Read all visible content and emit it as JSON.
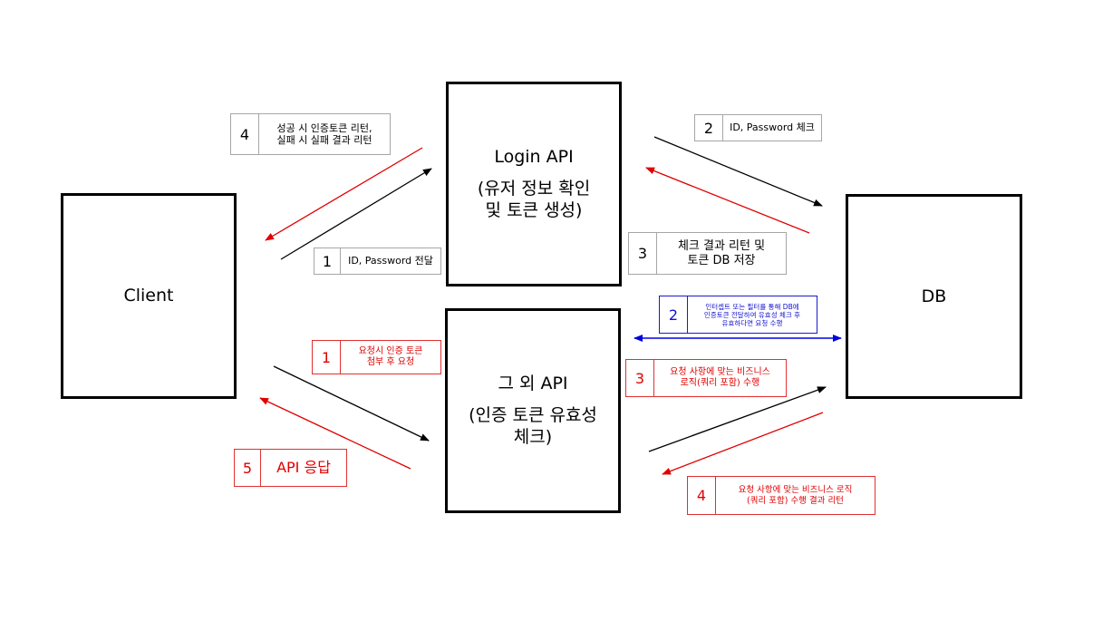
{
  "nodes": {
    "client": "Client",
    "login_api": {
      "title": "Login API",
      "subtitle": "(유저 정보 확인\n및 토큰 생성)"
    },
    "other_api": {
      "title": "그 외 API",
      "subtitle": "(인증 토큰 유효성\n체크)"
    },
    "db": "DB"
  },
  "labels": {
    "login_1": {
      "num": "1",
      "text": "ID, Password 전달"
    },
    "login_2": {
      "num": "2",
      "text": "ID, Password 체크"
    },
    "login_3": {
      "num": "3",
      "text": "체크 결과 리턴 및\n토큰 DB 저장"
    },
    "login_4": {
      "num": "4",
      "text": "성공 시 인증토큰 리턴,\n실패 시 실패 결과 리턴"
    },
    "api_1": {
      "num": "1",
      "text": "요청시 인증 토큰\n첨부 후 요청"
    },
    "api_2": {
      "num": "2",
      "text": "인터셉트 또는 필터를 통해 DB에\n인증토큰 전달하여 유효성 체크 후\n유효하다면 요청 수행"
    },
    "api_3": {
      "num": "3",
      "text": "요청 사항에 맞는 비즈니스\n로직(쿼리 포함) 수행"
    },
    "api_4": {
      "num": "4",
      "text": "요청 사항에 맞는 비즈니스 로직\n(쿼리 포함) 수행 결과 리턴"
    },
    "api_5": {
      "num": "5",
      "text": "API 응답"
    }
  },
  "colors": {
    "request": "#000000",
    "response": "#e00000",
    "validation": "#0000e0"
  }
}
